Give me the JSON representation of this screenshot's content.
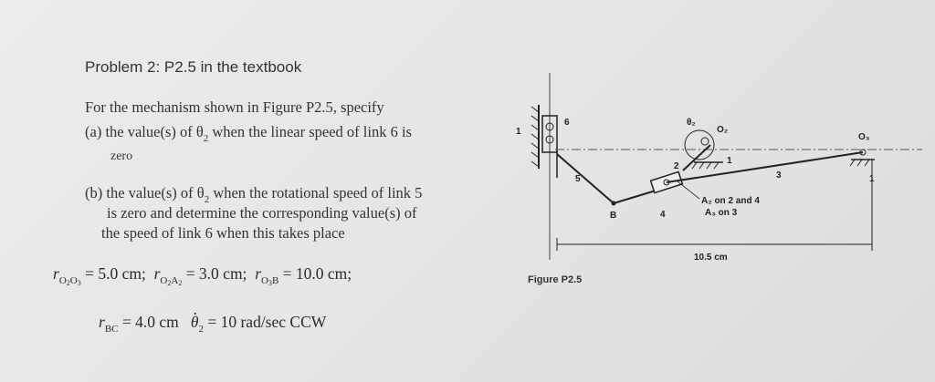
{
  "problem": {
    "heading": "Problem 2: P2.5 in the textbook",
    "intro": "For the mechanism shown in Figure P2.5, specify",
    "part_a_1": "(a) the value(s) of θ",
    "part_a_sub": "2",
    "part_a_2": " when the linear speed of link 6 is",
    "part_a_3": "zero",
    "part_b_1": "(b) the value(s) of θ",
    "part_b_sub": "2",
    "part_b_2": " when the rotational speed of link 5",
    "part_b_3": "is zero and determine the corresponding value(s) of",
    "part_b_4": "the speed of link 6 when this takes place"
  },
  "given": {
    "r_o2o3": "= 5.0 cm;",
    "r_o2a2": "= 3.0 cm;",
    "r_o3b": "= 10.0 cm;",
    "r_bc": "= 4.0 cm",
    "theta_dot": "= 10 rad/sec CCW"
  },
  "figure": {
    "caption": "Figure P2.5",
    "dimension": "10.5 cm",
    "label_1_left": "1",
    "label_6": "6",
    "label_5": "5",
    "label_B": "B",
    "label_4": "4",
    "label_2": "2",
    "label_1_mid": "1",
    "label_3": "3",
    "label_1_right": "1",
    "label_theta2": "θ₂",
    "label_O2": "O₂",
    "label_O3": "O₃",
    "label_A2_line": "A₂ on 2 and 4",
    "label_A3_line": "A₃ on 3"
  }
}
